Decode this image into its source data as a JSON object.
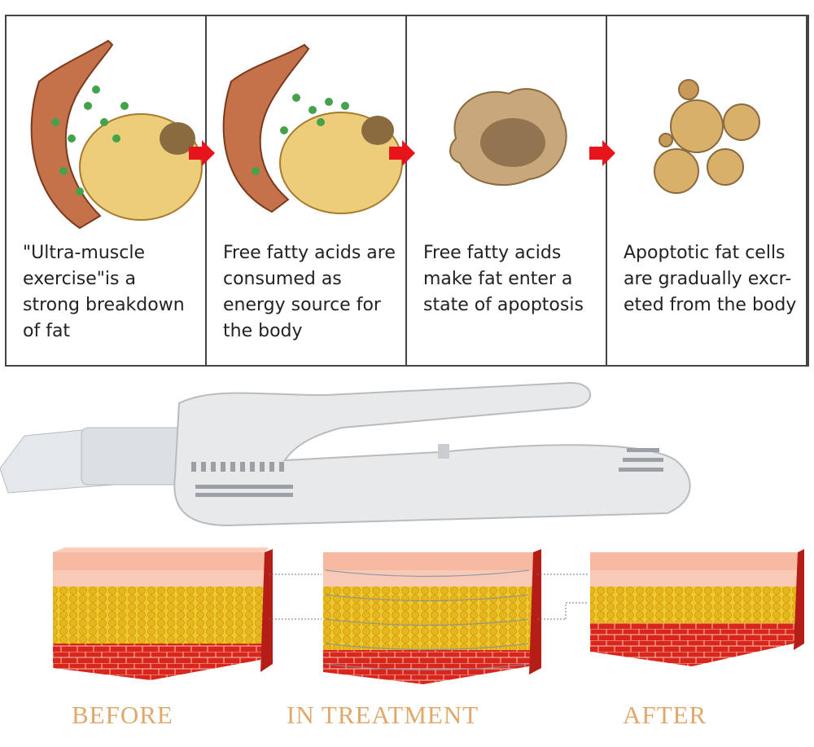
{
  "panels": [
    {
      "caption": "\"Ultra-muscle exercise\"is a strong breakdown of fat"
    },
    {
      "caption": "Free fatty acids are consumed as energy source for the body"
    },
    {
      "caption": "Free fatty acids make fat enter a state of apoptosis"
    },
    {
      "caption": "Apoptotic fat cells are gradually excr- eted from the body"
    }
  ],
  "stages": {
    "before": "BEFORE",
    "treatment": "IN TREATMENT",
    "after": "AFTER"
  },
  "colors": {
    "arrow": "#e8141b",
    "label": "#e0a86b",
    "muscle": "#d9261c",
    "fat": "#f1c82c",
    "skin": "#f6b9a1"
  }
}
